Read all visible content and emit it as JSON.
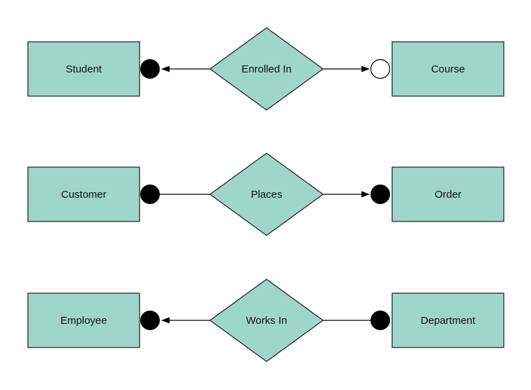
{
  "diagram": {
    "colors": {
      "shape_fill": "#9fd6ca",
      "shape_stroke": "#1a1a1a",
      "connector": "#000000",
      "filled_dot": "#000000",
      "open_dot_fill": "#ffffff"
    },
    "rows": [
      {
        "left_entity": "Student",
        "relationship": "Enrolled In",
        "right_entity": "Course",
        "left_dot": "filled",
        "right_dot": "open",
        "left_arrow": true,
        "right_arrow": true
      },
      {
        "left_entity": "Customer",
        "relationship": "Places",
        "right_entity": "Order",
        "left_dot": "filled",
        "right_dot": "filled",
        "left_arrow": false,
        "right_arrow": true
      },
      {
        "left_entity": "Employee",
        "relationship": "Works In",
        "right_entity": "Department",
        "left_dot": "filled",
        "right_dot": "filled",
        "left_arrow": true,
        "right_arrow": false
      }
    ]
  }
}
